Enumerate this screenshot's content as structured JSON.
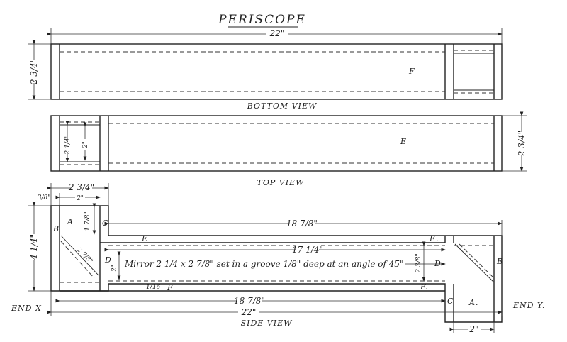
{
  "title": "PERISCOPE",
  "views": {
    "bottom": "BOTTOM VIEW",
    "top": "TOP VIEW",
    "side": "SIDE VIEW"
  },
  "labels": {
    "part_f": "F",
    "part_e": "E",
    "part_a": "A",
    "part_b": "B",
    "part_c": "C",
    "part_d": "D",
    "part_a_right": "A.",
    "part_e_right": "E.",
    "part_f_right": "F.",
    "end_x": "END X",
    "end_y": "END Y."
  },
  "dimensions": {
    "overall_length": "22\"",
    "bottom_height": "2 3/4\"",
    "top_height": "2 3/4\"",
    "top_inner_a": "2 1/4\"",
    "top_inner_b": "2\"",
    "side_top_a": "2 3/4\"",
    "side_top_b": "3/8\"",
    "side_top_c": "2\"",
    "side_height": "4 1/4\"",
    "side_c_height": "1 7/8\"",
    "long_top": "18 7/8\"",
    "inner_length": "17 1/4\"",
    "mirror_width": "2 7/8\"",
    "d_height": "2\"",
    "right_gap": "2 3/8\"",
    "small_f": "1/16",
    "bottom_long": "18 7/8\"",
    "bottom_total": "22\"",
    "end_width": "2\""
  },
  "note": "Mirror 2 1/4 x 2 7/8\" set in a groove 1/8\" deep at an angle of 45\""
}
